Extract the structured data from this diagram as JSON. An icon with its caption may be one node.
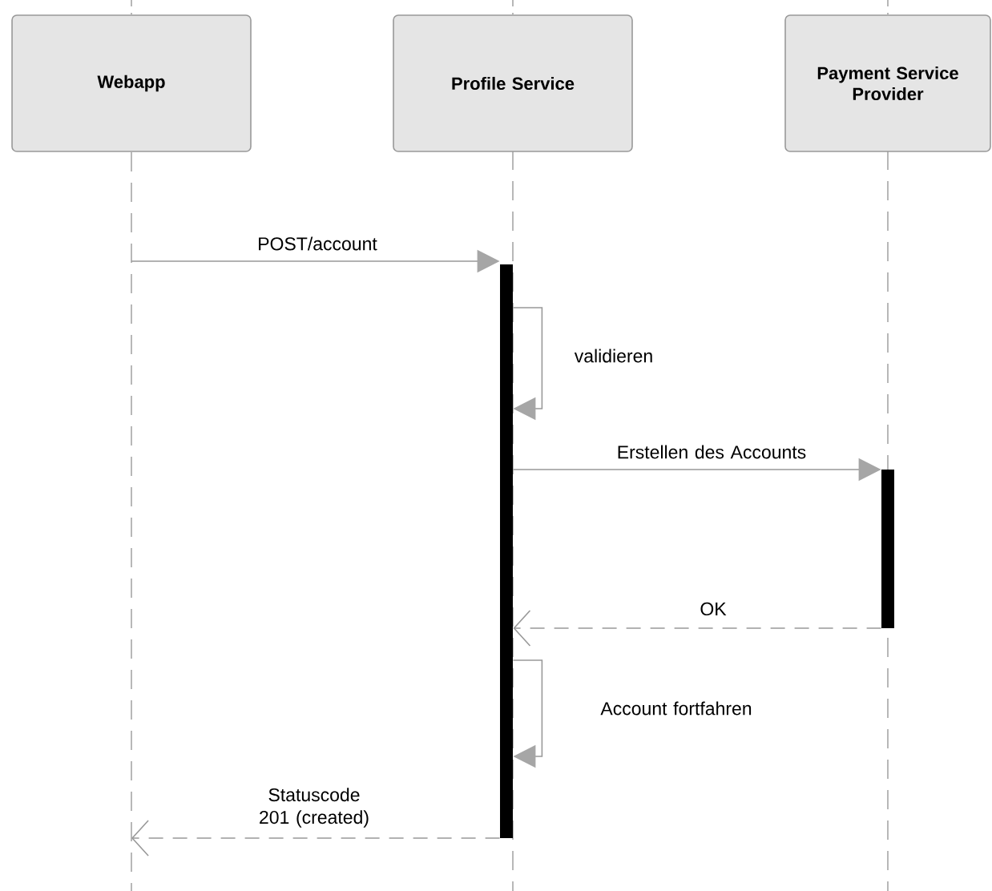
{
  "diagram": {
    "nodes": [
      {
        "text": [
          "Webapp"
        ]
      },
      {
        "text": [
          "Profile Service"
        ]
      },
      {
        "text": [
          "Payment Service Provider"
        ]
      },
      {
        "text": [],
        "shape": "bar"
      },
      {
        "text": [],
        "shape": "bar"
      },
      {
        "text": [],
        "shape": "line"
      }
    ],
    "edges": [
      {
        "from": 5,
        "to": 3,
        "arrow": "to",
        "label": "POST/account"
      },
      {
        "from": 3,
        "to": 3,
        "arrow": "to",
        "label": "validieren"
      },
      {
        "from": 3,
        "to": 4,
        "arrow": "to",
        "label": "Erstellen des Accounts"
      },
      {
        "from": 4,
        "to": 3,
        "arrow": "to",
        "label": "OK",
        "style": "dashed"
      },
      {
        "from": 3,
        "to": 3,
        "arrow": "to",
        "label": "Account fortfahren"
      },
      {
        "from": 3,
        "to": 5,
        "arrow": "to",
        "label": "Statuscode 201 (created)",
        "style": "dashed"
      }
    ]
  }
}
